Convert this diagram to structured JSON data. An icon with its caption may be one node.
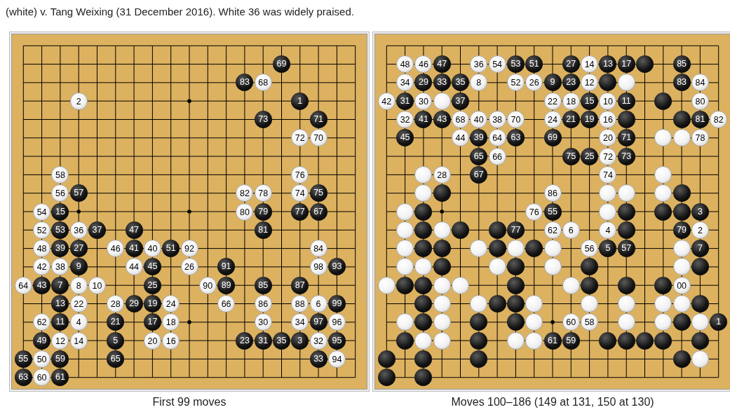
{
  "diagram": {
    "title": "(white) v. Tang Weixing (31 December 2016). White 36 was widely praised.",
    "nodes": [
      {
        "text": [
          "69"
        ]
      },
      {
        "text": [
          "83"
        ]
      },
      {
        "text": [
          "68"
        ]
      },
      {
        "text": [
          "2"
        ]
      },
      {
        "text": [
          "1"
        ]
      },
      {
        "text": [
          "73"
        ]
      },
      {
        "text": [
          "71"
        ]
      },
      {
        "text": [
          "72"
        ]
      },
      {
        "text": [
          "70"
        ]
      },
      {
        "text": [
          "58"
        ]
      },
      {
        "text": [
          "76"
        ]
      },
      {
        "text": [
          "56"
        ]
      },
      {
        "text": [
          "57"
        ]
      },
      {
        "text": [
          "82"
        ]
      },
      {
        "text": [
          "78"
        ]
      },
      {
        "text": [
          "74"
        ]
      },
      {
        "text": [
          "75"
        ]
      },
      {
        "text": [
          "54"
        ]
      },
      {
        "text": [
          "15"
        ]
      },
      {
        "text": [
          "80"
        ]
      },
      {
        "text": [
          "79"
        ]
      },
      {
        "text": [
          "77"
        ]
      },
      {
        "text": [
          "67"
        ]
      },
      {
        "text": [
          "52"
        ]
      },
      {
        "text": [
          "53"
        ]
      },
      {
        "text": [
          "36"
        ]
      },
      {
        "text": [
          "37"
        ]
      },
      {
        "text": [
          "47"
        ]
      },
      {
        "text": [
          "81"
        ]
      },
      {
        "text": [
          "48"
        ]
      },
      {
        "text": [
          "39"
        ]
      },
      {
        "text": [
          "27"
        ]
      },
      {
        "text": [
          "46"
        ]
      },
      {
        "text": [
          "41"
        ]
      },
      {
        "text": [
          "40"
        ]
      },
      {
        "text": [
          "51"
        ]
      },
      {
        "text": [
          "92"
        ]
      },
      {
        "text": [
          "84"
        ]
      },
      {
        "text": [
          "42"
        ]
      },
      {
        "text": [
          "38"
        ]
      },
      {
        "text": [
          "9"
        ]
      },
      {
        "text": [
          "44"
        ]
      },
      {
        "text": [
          "45"
        ]
      },
      {
        "text": [
          "26"
        ]
      },
      {
        "text": [
          "91"
        ]
      },
      {
        "text": [
          "98"
        ]
      },
      {
        "text": [
          "93"
        ]
      },
      {
        "text": [
          "64"
        ]
      },
      {
        "text": [
          "43"
        ]
      },
      {
        "text": [
          "7"
        ]
      },
      {
        "text": [
          "8"
        ]
      },
      {
        "text": [
          "10"
        ]
      },
      {
        "text": [
          "25"
        ]
      },
      {
        "text": [
          "90"
        ]
      },
      {
        "text": [
          "89"
        ]
      },
      {
        "text": [
          "85"
        ]
      },
      {
        "text": [
          "87"
        ]
      },
      {
        "text": [
          "13"
        ]
      },
      {
        "text": [
          "22"
        ]
      },
      {
        "text": [
          "28"
        ]
      },
      {
        "text": [
          "29"
        ]
      },
      {
        "text": [
          "19"
        ]
      },
      {
        "text": [
          "24"
        ]
      },
      {
        "text": [
          "66"
        ]
      },
      {
        "text": [
          "86"
        ]
      },
      {
        "text": [
          "88"
        ]
      },
      {
        "text": [
          "6"
        ]
      },
      {
        "text": [
          "99"
        ]
      },
      {
        "text": [
          "62"
        ]
      },
      {
        "text": [
          "11"
        ]
      },
      {
        "text": [
          "4"
        ]
      },
      {
        "text": [
          "21"
        ]
      },
      {
        "text": [
          "17"
        ]
      },
      {
        "text": [
          "18"
        ]
      },
      {
        "text": [
          "30"
        ]
      },
      {
        "text": [
          "34"
        ]
      },
      {
        "text": [
          "97"
        ]
      },
      {
        "text": [
          "96"
        ]
      },
      {
        "text": [
          "49"
        ]
      },
      {
        "text": [
          "12"
        ]
      },
      {
        "text": [
          "14"
        ]
      },
      {
        "text": [
          "5"
        ]
      },
      {
        "text": [
          "20"
        ]
      },
      {
        "text": [
          "16"
        ]
      },
      {
        "text": [
          "23"
        ]
      },
      {
        "text": [
          "31"
        ]
      },
      {
        "text": [
          "35"
        ]
      },
      {
        "text": [
          "3"
        ]
      },
      {
        "text": [
          "32"
        ]
      },
      {
        "text": [
          "95"
        ]
      },
      {
        "text": [
          "55"
        ]
      },
      {
        "text": [
          "50"
        ]
      },
      {
        "text": [
          "59"
        ]
      },
      {
        "text": [
          "65"
        ]
      },
      {
        "text": [
          "33"
        ]
      },
      {
        "text": [
          "94"
        ]
      },
      {
        "text": [
          "63"
        ]
      },
      {
        "text": [
          "60"
        ]
      },
      {
        "text": [
          "61"
        ]
      },
      {
        "text": [
          "48"
        ]
      },
      {
        "text": [
          "46"
        ]
      },
      {
        "text": [
          "47"
        ]
      },
      {
        "text": [
          "36"
        ]
      },
      {
        "text": [
          "54"
        ]
      },
      {
        "text": [
          "53"
        ]
      },
      {
        "text": [
          "51"
        ]
      },
      {
        "text": [
          "27"
        ]
      },
      {
        "text": [
          "14"
        ]
      },
      {
        "text": [
          "13"
        ]
      },
      {
        "text": [
          "17"
        ]
      },
      {
        "text": [],
        "shape": "circle"
      },
      {
        "text": [
          "85"
        ]
      },
      {
        "text": [
          "34"
        ]
      },
      {
        "text": [
          "29"
        ]
      },
      {
        "text": [
          "33"
        ]
      },
      {
        "text": [
          "35"
        ]
      },
      {
        "text": [
          "8"
        ]
      },
      {
        "text": [
          "52"
        ]
      },
      {
        "text": [
          "26"
        ]
      },
      {
        "text": [
          "9"
        ]
      },
      {
        "text": [
          "23"
        ]
      },
      {
        "text": [
          "12"
        ]
      },
      {
        "text": [],
        "shape": "circle"
      },
      {
        "text": [],
        "shape": "circle"
      },
      {
        "text": [
          "83"
        ]
      },
      {
        "text": [
          "84"
        ]
      },
      {
        "text": [
          "42"
        ]
      },
      {
        "text": [
          "31"
        ]
      },
      {
        "text": [
          "30"
        ]
      },
      {
        "text": [],
        "shape": "circle"
      },
      {
        "text": [
          "37"
        ]
      },
      {
        "text": [
          "22"
        ]
      },
      {
        "text": [
          "18"
        ]
      },
      {
        "text": [
          "15"
        ]
      },
      {
        "text": [
          "10"
        ]
      },
      {
        "text": [
          "11"
        ]
      },
      {
        "text": [],
        "shape": "circle"
      },
      {
        "text": [
          "80"
        ]
      },
      {
        "text": [
          "32"
        ]
      },
      {
        "text": [
          "41"
        ]
      },
      {
        "text": [
          "43"
        ]
      },
      {
        "text": [
          "68"
        ]
      },
      {
        "text": [
          "40"
        ]
      },
      {
        "text": [
          "38"
        ]
      },
      {
        "text": [
          "70"
        ]
      },
      {
        "text": [
          "24"
        ]
      },
      {
        "text": [
          "21"
        ]
      },
      {
        "text": [
          "19"
        ]
      },
      {
        "text": [
          "16"
        ]
      },
      {
        "text": [],
        "shape": "circle"
      },
      {
        "text": [],
        "shape": "circle"
      },
      {
        "text": [
          "81"
        ]
      },
      {
        "text": [
          "82"
        ]
      },
      {
        "text": [
          "45"
        ]
      },
      {
        "text": [
          "44"
        ]
      },
      {
        "text": [
          "39"
        ]
      },
      {
        "text": [
          "64"
        ]
      },
      {
        "text": [
          "63"
        ]
      },
      {
        "text": [
          "69"
        ]
      },
      {
        "text": [
          "20"
        ]
      },
      {
        "text": [
          "71"
        ]
      },
      {
        "text": [],
        "shape": "circle"
      },
      {
        "text": [],
        "shape": "circle"
      },
      {
        "text": [
          "78"
        ]
      },
      {
        "text": [
          "65"
        ]
      },
      {
        "text": [
          "66"
        ]
      },
      {
        "text": [
          "75"
        ]
      },
      {
        "text": [
          "25"
        ]
      },
      {
        "text": [
          "72"
        ]
      },
      {
        "text": [
          "73"
        ]
      },
      {
        "text": [],
        "shape": "circle"
      },
      {
        "text": [
          "28"
        ]
      },
      {
        "text": [
          "67"
        ]
      },
      {
        "text": [
          "74"
        ]
      },
      {
        "text": [],
        "shape": "circle"
      },
      {
        "text": [],
        "shape": "circle"
      },
      {
        "text": [],
        "shape": "circle"
      },
      {
        "text": [
          "86"
        ]
      },
      {
        "text": [],
        "shape": "circle"
      },
      {
        "text": [],
        "shape": "circle"
      },
      {
        "text": [],
        "shape": "circle"
      },
      {
        "text": [],
        "shape": "circle"
      },
      {
        "text": [],
        "shape": "circle"
      },
      {
        "text": [],
        "shape": "circle"
      },
      {
        "text": [
          "76"
        ]
      },
      {
        "text": [
          "55"
        ]
      },
      {
        "text": [],
        "shape": "circle"
      },
      {
        "text": [],
        "shape": "circle"
      },
      {
        "text": [],
        "shape": "circle"
      },
      {
        "text": [],
        "shape": "circle"
      },
      {
        "text": [
          "3"
        ]
      },
      {
        "text": [],
        "shape": "circle"
      },
      {
        "text": [],
        "shape": "circle"
      },
      {
        "text": [],
        "shape": "circle"
      },
      {
        "text": [],
        "shape": "circle"
      },
      {
        "text": [],
        "shape": "circle"
      },
      {
        "text": [
          "77"
        ]
      },
      {
        "text": [
          "62"
        ]
      },
      {
        "text": [
          "6"
        ]
      },
      {
        "text": [
          "4"
        ]
      },
      {
        "text": [],
        "shape": "circle"
      },
      {
        "text": [
          "79"
        ]
      },
      {
        "text": [
          "2"
        ]
      },
      {
        "text": [],
        "shape": "circle"
      },
      {
        "text": [],
        "shape": "circle"
      },
      {
        "text": [],
        "shape": "circle"
      },
      {
        "text": [],
        "shape": "circle"
      },
      {
        "text": [],
        "shape": "circle"
      },
      {
        "text": [],
        "shape": "circle"
      },
      {
        "text": [],
        "shape": "circle"
      },
      {
        "text": [],
        "shape": "circle"
      },
      {
        "text": [
          "56"
        ]
      },
      {
        "text": [
          "5"
        ]
      },
      {
        "text": [
          "57"
        ]
      },
      {
        "text": [],
        "shape": "circle"
      },
      {
        "text": [
          "7"
        ]
      },
      {
        "text": [],
        "shape": "circle"
      },
      {
        "text": [],
        "shape": "circle"
      },
      {
        "text": [],
        "shape": "circle"
      },
      {
        "text": [],
        "shape": "circle"
      },
      {
        "text": [],
        "shape": "circle"
      },
      {
        "text": [],
        "shape": "circle"
      },
      {
        "text": [],
        "shape": "circle"
      },
      {
        "text": [],
        "shape": "circle"
      },
      {
        "text": [],
        "shape": "circle"
      },
      {
        "text": [],
        "shape": "circle"
      },
      {
        "text": [],
        "shape": "circle"
      },
      {
        "text": [],
        "shape": "circle"
      },
      {
        "text": [],
        "shape": "circle"
      },
      {
        "text": [],
        "shape": "circle"
      },
      {
        "text": [],
        "shape": "circle"
      },
      {
        "text": [],
        "shape": "circle"
      },
      {
        "text": [],
        "shape": "circle"
      },
      {
        "text": [],
        "shape": "circle"
      },
      {
        "text": [],
        "shape": "circle"
      },
      {
        "text": [
          "00"
        ]
      },
      {
        "text": [],
        "shape": "circle"
      },
      {
        "text": [],
        "shape": "circle"
      },
      {
        "text": [],
        "shape": "circle"
      },
      {
        "text": [],
        "shape": "circle"
      },
      {
        "text": [],
        "shape": "circle"
      },
      {
        "text": [],
        "shape": "circle"
      },
      {
        "text": [],
        "shape": "circle"
      },
      {
        "text": [],
        "shape": "circle"
      },
      {
        "text": [],
        "shape": "circle"
      },
      {
        "text": [],
        "shape": "circle"
      },
      {
        "text": [],
        "shape": "circle"
      },
      {
        "text": [],
        "shape": "circle"
      },
      {
        "text": [],
        "shape": "circle"
      },
      {
        "text": [],
        "shape": "circle"
      },
      {
        "text": [],
        "shape": "circle"
      },
      {
        "text": [],
        "shape": "circle"
      },
      {
        "text": [],
        "shape": "circle"
      },
      {
        "text": [
          "60"
        ]
      },
      {
        "text": [
          "58"
        ]
      },
      {
        "text": [],
        "shape": "circle"
      },
      {
        "text": [],
        "shape": "circle"
      },
      {
        "text": [],
        "shape": "circle"
      },
      {
        "text": [],
        "shape": "circle"
      },
      {
        "text": [
          "1"
        ]
      },
      {
        "text": [],
        "shape": "circle"
      },
      {
        "text": [],
        "shape": "circle"
      },
      {
        "text": [],
        "shape": "circle"
      },
      {
        "text": [],
        "shape": "circle"
      },
      {
        "text": [],
        "shape": "circle"
      },
      {
        "text": [],
        "shape": "circle"
      },
      {
        "text": [
          "61"
        ]
      },
      {
        "text": [
          "59"
        ]
      },
      {
        "text": [],
        "shape": "circle"
      },
      {
        "text": [],
        "shape": "circle"
      },
      {
        "text": [],
        "shape": "circle"
      },
      {
        "text": [],
        "shape": "circle"
      },
      {
        "text": [],
        "shape": "circle"
      },
      {
        "text": [],
        "shape": "circle"
      },
      {
        "text": [],
        "shape": "circle"
      },
      {
        "text": [],
        "shape": "circle"
      },
      {
        "text": [],
        "shape": "circle"
      },
      {
        "text": [],
        "shape": "circle"
      },
      {
        "text": [],
        "shape": "circle"
      },
      {
        "text": [],
        "shape": "circle"
      }
    ],
    "labels": [
      "First 99 moves",
      "Moves 100–186 (149 at 131, 150 at 130)"
    ]
  }
}
